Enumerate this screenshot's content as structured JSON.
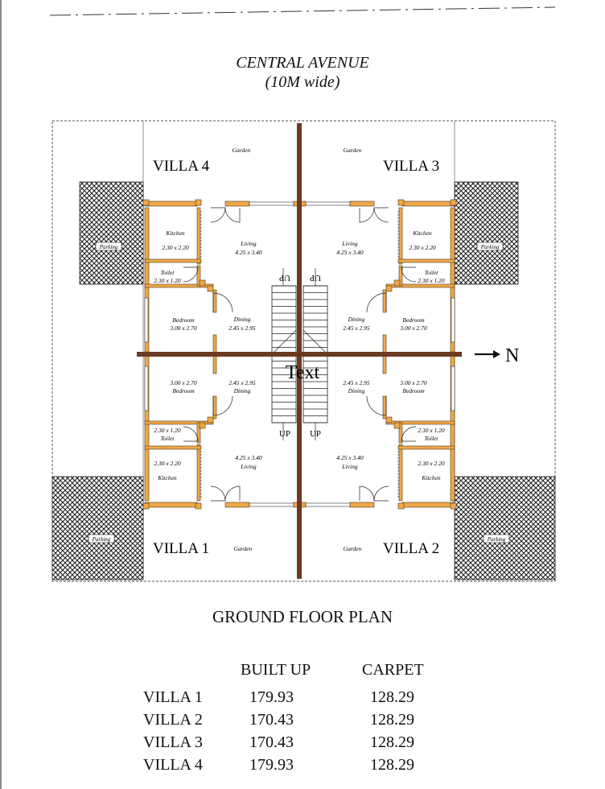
{
  "road": {
    "name": "CENTRAL AVENUE",
    "width_note": "(10M wide)"
  },
  "plan": {
    "villa_labels": [
      "VILLA 4",
      "VILLA 3",
      "VILLA 1",
      "VILLA 2"
    ],
    "garden_label": "Garden",
    "parking_label": "Parking",
    "north_label": "N",
    "center_text": "Text",
    "stair_up_label": "UP",
    "rooms": {
      "kitchen": "Kitchen",
      "kitchen_size": "2.30 x 2.20",
      "toilet": "Toilet",
      "toilet_size": "2.30 x 1.20",
      "living": "Living",
      "living_size": "4.25 x 3.40",
      "dining": "Dining",
      "dining_size": "2.45 x 2.95",
      "bedroom": "Bedroom",
      "bedroom_size": "3.00 x 2.70"
    },
    "colors": {
      "wall": "#f0a848",
      "wall_outline": "#4a3a20",
      "axis": "#6b3a22",
      "hatch": "#222222"
    }
  },
  "caption": "GROUND FLOOR PLAN",
  "area_table": {
    "headers": [
      "BUILT UP",
      "CARPET"
    ],
    "rows": [
      {
        "villa": "VILLA 1",
        "built_up": "179.93",
        "carpet": "128.29"
      },
      {
        "villa": "VILLA 2",
        "built_up": "170.43",
        "carpet": "128.29"
      },
      {
        "villa": "VILLA 3",
        "built_up": "170.43",
        "carpet": "128.29"
      },
      {
        "villa": "VILLA 4",
        "built_up": "179.93",
        "carpet": "128.29"
      }
    ]
  }
}
